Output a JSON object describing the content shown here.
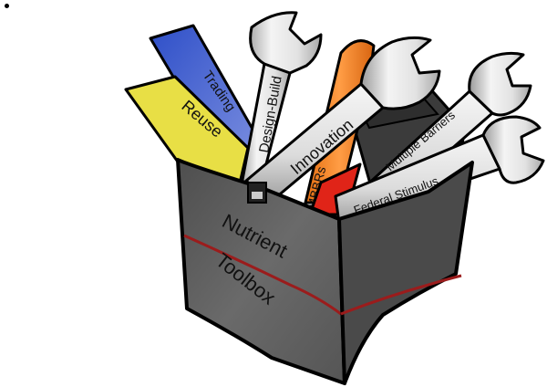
{
  "colors": {
    "box_body": "#5c5c5c",
    "box_side": "#3a3a3a",
    "box_stripe": "#9b1c1c",
    "tool_blue": "#3f5fd0",
    "tool_yellow": "#e7df45",
    "tool_orange": "#f28a2c",
    "tool_red": "#e02418",
    "wrench_silver": "#e6e6e6"
  },
  "tools": {
    "trading": "Trading",
    "reuse": "Reuse",
    "design_build": "Design-Build",
    "mbbrs": "MBBRs",
    "innovation": "Innovation",
    "multiple_barriers": "Multiple Barriers",
    "federal_stimulus": "Federal Stimulus"
  },
  "box_label": {
    "line1": "Nutrient",
    "line2": "Toolbox"
  }
}
